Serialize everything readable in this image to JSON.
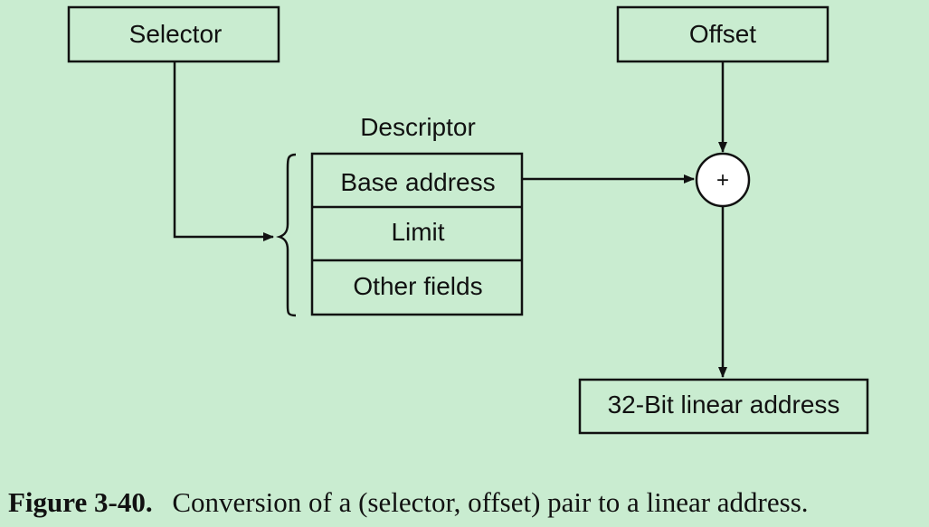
{
  "diagram": {
    "selector_label": "Selector",
    "offset_label": "Offset",
    "descriptor_title": "Descriptor",
    "descriptor_fields": [
      "Base address",
      "Limit",
      "Other fields"
    ],
    "adder_symbol": "+",
    "output_label": "32-Bit linear address"
  },
  "caption": {
    "figure_label": "Figure 3-40.",
    "text": "Conversion of a (selector, offset) pair to a linear address."
  }
}
